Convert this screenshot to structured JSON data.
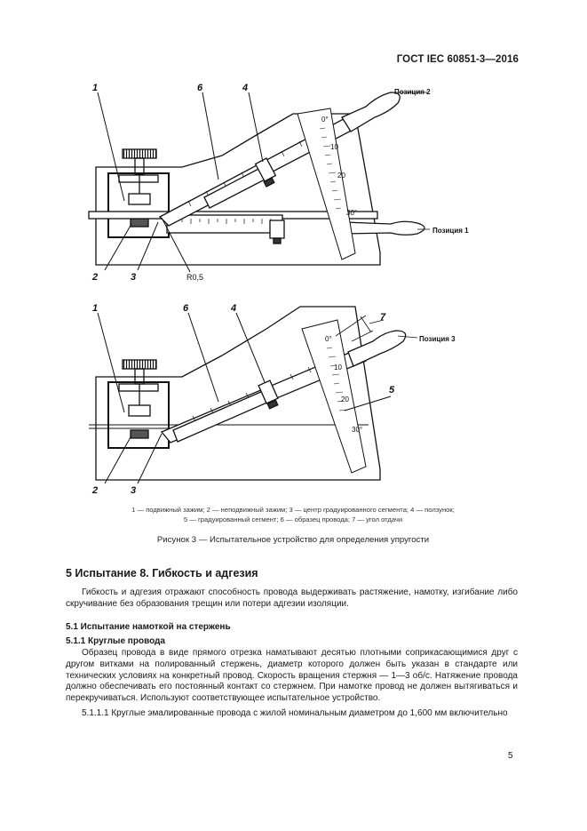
{
  "header": {
    "standard_id": "ГОСТ IEC 60851-3—2016"
  },
  "figure": {
    "top": {
      "callouts": {
        "n1": "1",
        "n6": "6",
        "n4": "4",
        "n2": "2",
        "n3": "3",
        "radius": "R0,5"
      },
      "position_labels": {
        "pos2": "Позиция 2",
        "pos1": "Позиция 1"
      },
      "scale_labels": {
        "s0": "0°",
        "s10": "10",
        "s20": "20",
        "s30": "30°"
      }
    },
    "bottom": {
      "callouts": {
        "n1": "1",
        "n6": "6",
        "n4": "4",
        "n7": "7",
        "n5": "5",
        "n2": "2",
        "n3": "3"
      },
      "position_labels": {
        "pos3": "Позиция 3"
      },
      "scale_labels": {
        "s0": "0°",
        "s10": "10",
        "s20": "20",
        "s30": "30°"
      }
    },
    "legend_line1": "1 — подвижный зажим; 2 — неподвижный зажим; 3 — центр градуированного сегмента; 4 — ползунок;",
    "legend_line2": "5 — градуированный сегмент; 6 — образец провода; 7 — угол отдачи",
    "caption": "Рисунок 3 — Испытательное устройство для определения упругости"
  },
  "section": {
    "title": "5 Испытание 8. Гибкость и адгезия",
    "intro": "Гибкость и адгезия отражают способность провода выдерживать растяжение, намотку, изгибание либо скручивание без образования трещин или потери адгезии изоляции.",
    "sub1_title": "5.1 Испытание намоткой на стержень",
    "sub11_title": "5.1.1 Круглые провода",
    "para1": "Образец провода в виде прямого отрезка наматывают десятью плотными соприкасающимися друг с другом витками на полированный стержень, диаметр которого должен быть указан в стандарте или технических условиях на конкретный провод. Скорость вращения стержня — 1—3 об/с. Натяжение провода должно обеспечивать его постоянный контакт со стержнем. При намотке провод не должен вытягиваться и перекручиваться. Используют соответствующее испытательное устройство.",
    "para2": "5.1.1.1 Круглые эмалированные провода с жилой номинальным диаметром до 1,600 мм включительно"
  },
  "page_number": "5"
}
